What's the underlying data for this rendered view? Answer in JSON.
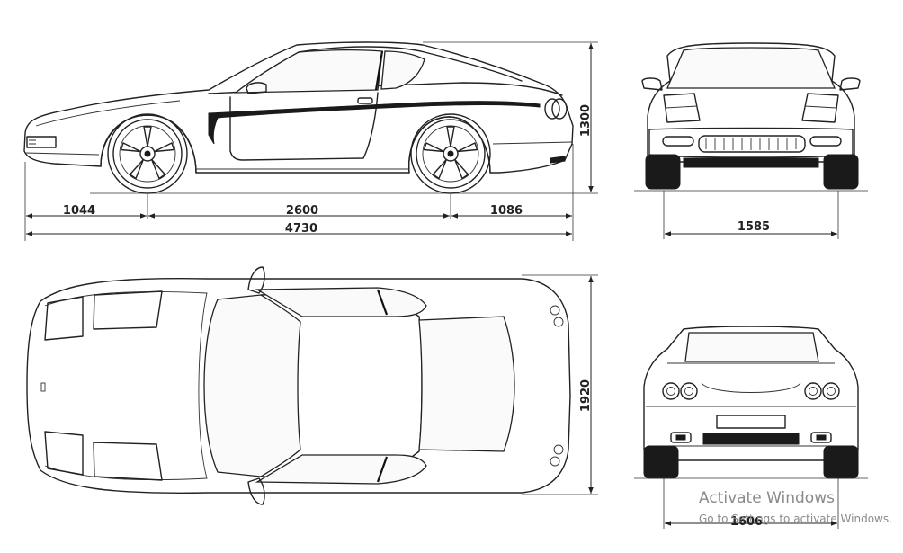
{
  "blueprint": {
    "dimensions": {
      "front_overhang": "1044",
      "wheelbase": "2600",
      "rear_overhang": "1086",
      "overall_length": "4730",
      "height": "1300",
      "front_track": "1585",
      "width": "1920",
      "rear_track": "1606"
    }
  },
  "watermark": {
    "title": "Activate Windows",
    "subtitle": "Go to Settings to activate Windows."
  }
}
